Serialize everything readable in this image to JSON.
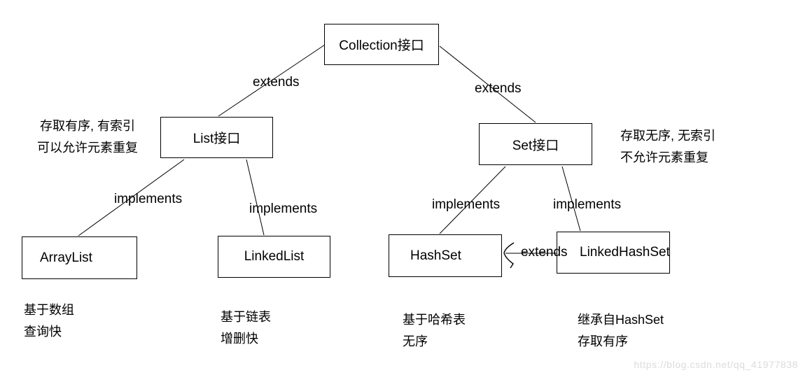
{
  "colors": {
    "background": "#ffffff",
    "line": "#000000",
    "text": "#000000",
    "watermark": "#dcdcdc"
  },
  "nodes": {
    "collection": {
      "label": "Collection接口"
    },
    "list": {
      "label": "List接口"
    },
    "set": {
      "label": "Set接口"
    },
    "arraylist": {
      "label": "ArrayList"
    },
    "linkedlist": {
      "label": "LinkedList"
    },
    "hashset": {
      "label": "HashSet"
    },
    "linkedhashset": {
      "label": "LinkedHashSet"
    }
  },
  "edges": {
    "collection_list": {
      "label": "extends"
    },
    "collection_set": {
      "label": "extends"
    },
    "list_arraylist": {
      "label": "implements"
    },
    "list_linkedlist": {
      "label": "implements"
    },
    "set_hashset": {
      "label": "implements"
    },
    "set_linkedhashset": {
      "label": "implements"
    },
    "linkedhashset_hashset": {
      "label": "extends"
    }
  },
  "annotations": {
    "list_note": {
      "line1": "存取有序, 有索引",
      "line2": "可以允许元素重复"
    },
    "set_note": {
      "line1": "存取无序, 无索引",
      "line2": "不允许元素重复"
    },
    "arraylist_note": {
      "line1": "基于数组",
      "line2": "查询快"
    },
    "linkedlist_note": {
      "line1": "基于链表",
      "line2": "增删快"
    },
    "hashset_note": {
      "line1": "基于哈希表",
      "line2": "无序"
    },
    "linkedhashset_note": {
      "line1": "继承自HashSet",
      "line2": "存取有序"
    }
  },
  "watermark": {
    "text": "https://blog.csdn.net/qq_41977838"
  }
}
